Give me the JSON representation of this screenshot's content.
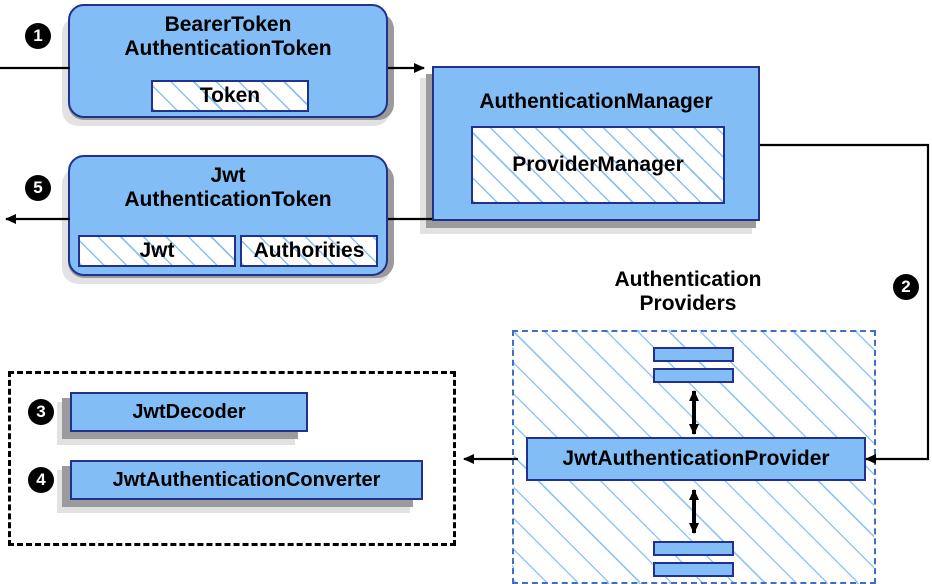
{
  "diagram": {
    "title": "Spring Security JWT Bearer Token Authentication Flow",
    "colors": {
      "node_fill": "#82bdf5",
      "node_border": "#22328c",
      "shadow_dark": "#9b9b9b",
      "shadow_light": "#e2e2e2",
      "dashed_blue": "#3f6fc4",
      "dashed_black": "#000000",
      "hatch": "#82bdf5",
      "bullet_fill": "#000000",
      "bullet_text": "#ffffff",
      "wire": "#000000"
    }
  },
  "nodes": {
    "bearer_token": {
      "label": "BearerToken\nAuthenticationToken",
      "chip": "Token"
    },
    "jwt_token": {
      "label": "Jwt\nAuthenticationToken",
      "chip_left": "Jwt",
      "chip_right": "Authorities"
    },
    "authentication_manager": {
      "label": "AuthenticationManager",
      "chip": "ProviderManager"
    },
    "providers_group": {
      "label": "Authentication\nProviders"
    },
    "jwt_authentication_provider": {
      "label": "JwtAuthenticationProvider"
    },
    "jwt_decoder": {
      "label": "JwtDecoder"
    },
    "jwt_authentication_converter": {
      "label": "JwtAuthenticationConverter"
    }
  },
  "step_markers": [
    {
      "id": "step-1",
      "label": "❶",
      "number": "1"
    },
    {
      "id": "step-2",
      "label": "❷",
      "number": "2"
    },
    {
      "id": "step-3",
      "label": "❸",
      "number": "3"
    },
    {
      "id": "step-4",
      "label": "❹",
      "number": "4"
    },
    {
      "id": "step-5",
      "label": "❺",
      "number": "5"
    }
  ]
}
